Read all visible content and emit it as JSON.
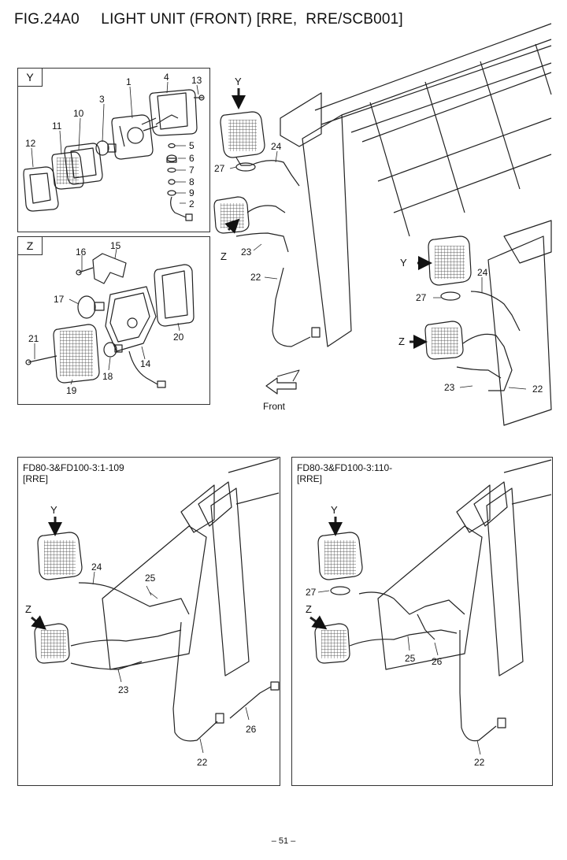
{
  "title": "FIG.24A0     LIGHT UNIT (FRONT) [RRE,  RRE/SCB001]",
  "page_number": "– 51 –",
  "front_label": "Front",
  "box_y": {
    "tag": "Y",
    "labels": [
      "1",
      "4",
      "13",
      "3",
      "10",
      "11",
      "12",
      "5",
      "6",
      "7",
      "8",
      "9",
      "2"
    ]
  },
  "box_z": {
    "tag": "Z",
    "labels": [
      "15",
      "16",
      "17",
      "21",
      "19",
      "18",
      "14",
      "20"
    ]
  },
  "main": {
    "labels": [
      "Y",
      "24",
      "27",
      "Z",
      "23",
      "22"
    ]
  },
  "side": {
    "labels": [
      "Y",
      "24",
      "27",
      "Z",
      "23",
      "22"
    ]
  },
  "panel_left": {
    "variant": "FD80-3&FD100-3:1-109",
    "variant_sub": "[RRE]",
    "labels": [
      "Y",
      "24",
      "25",
      "Z",
      "23",
      "26",
      "22"
    ]
  },
  "panel_right": {
    "variant": "FD80-3&FD100-3:110-",
    "variant_sub": "[RRE]",
    "labels": [
      "Y",
      "27",
      "Z",
      "25",
      "26",
      "22"
    ]
  }
}
